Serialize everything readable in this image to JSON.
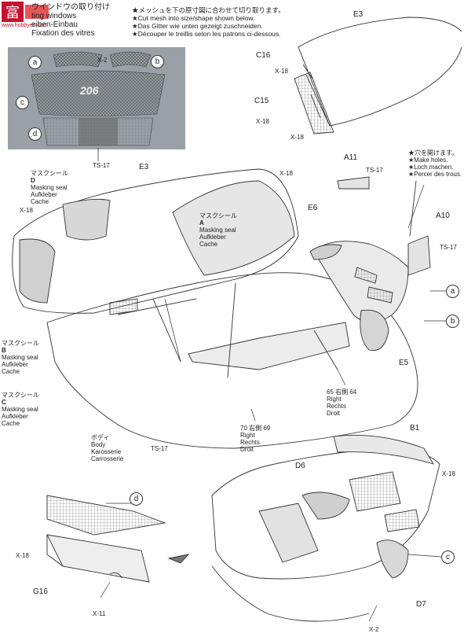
{
  "watermark": {
    "text_cn": "富",
    "site": "www.hobbyen.com"
  },
  "header": {
    "title_lines": [
      "ウインドウの取り付け",
      "ting windows",
      "eiben-Einbau",
      "Fixation des vitres"
    ],
    "instructions": [
      "★メッシュを下の原寸図に合わせて切り取ります。",
      "★Cut mesh into size/shape shown below.",
      "★Das Gitter wie unten gezeigt zuschneiden.",
      "★Découper le treillis selon les patrons ci-dessous."
    ]
  },
  "mesh_panel": {
    "label_a": "a",
    "label_b": "b",
    "label_c": "c",
    "label_d": "d",
    "logo": "206",
    "x2": "X-2",
    "ts17": "TS-17"
  },
  "parts": {
    "e3_top": "E3",
    "c16": "C16",
    "c15": "C15",
    "x18_a": "X-18",
    "x18_b": "X-18",
    "x18_c": "X-18",
    "e3_mid": "E3",
    "x18_d": "X-18",
    "x18_e": "X-18",
    "a11": "A11",
    "ts17_a": "TS-17",
    "a10": "A10",
    "ts17_b": "TS-17",
    "e6": "E6",
    "e5": "E5",
    "ts17_c": "TS-17",
    "b1": "B1",
    "d6": "D6",
    "x18_f": "X-18",
    "x18_g": "X-18",
    "g16": "G16",
    "x11": "X-11",
    "d7": "D7",
    "x2": "X-2"
  },
  "holes_note": [
    "★穴を開けます。",
    "★Make holes.",
    "★Loch machen.",
    "★Percer des trous."
  ],
  "masking_d": [
    "マスクシール",
    "Masking seal",
    "Aufkleber",
    "Cache"
  ],
  "masking_a": [
    "マスクシール",
    "Masking seal",
    "Aufkleber",
    "Cache"
  ],
  "masking_b": [
    "マスクシール",
    "Masking seal",
    "Aufkleber",
    "Cache"
  ],
  "masking_c": [
    "マスクシール",
    "Masking seal",
    "Aufkleber",
    "Cache"
  ],
  "mark_d": "D",
  "mark_a": "A",
  "mark_b": "B",
  "mark_c": "C",
  "right_65": [
    "65 右側 64",
    "Right",
    "Rechts",
    "Droit"
  ],
  "right_70": [
    "70 右側 69",
    "Right",
    "Rechts",
    "Droit"
  ],
  "body_label": [
    "ボディ",
    "Body",
    "Karosserie",
    "Carrosserie"
  ],
  "callouts": {
    "a": "a",
    "b": "b",
    "d": "d",
    "c": "c"
  }
}
